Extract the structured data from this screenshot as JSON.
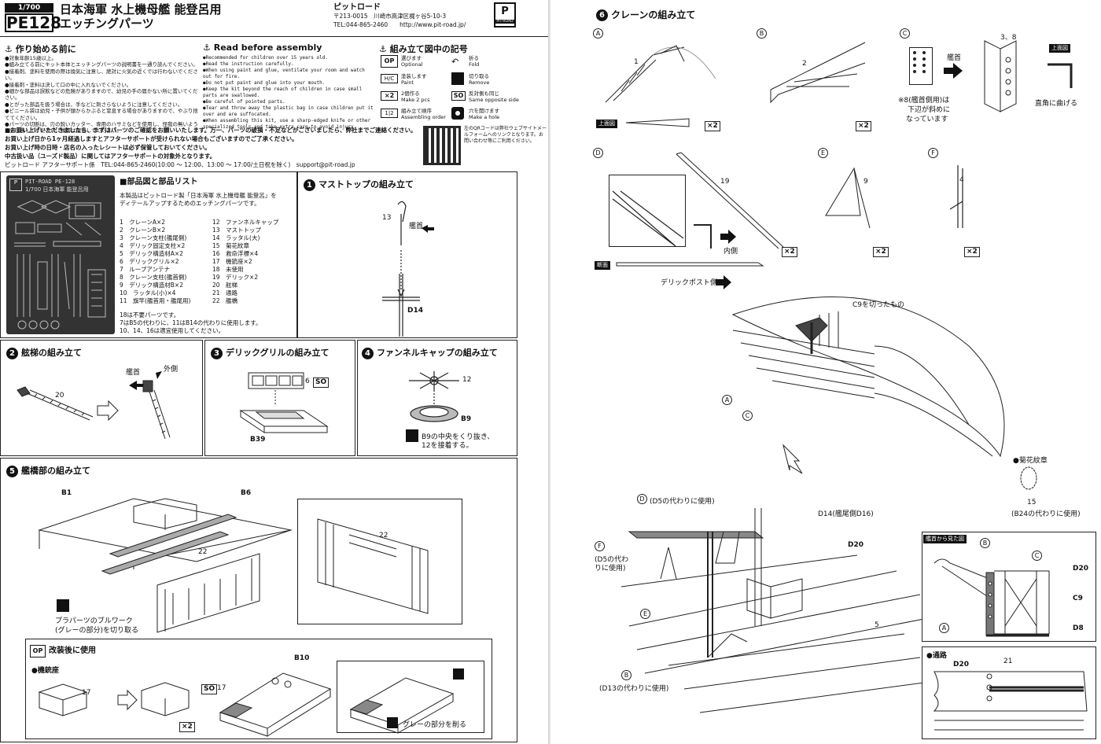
{
  "header": {
    "scale": "1/700 SCALE",
    "code": "PE128",
    "title_line1": "日本海軍 水上機母艦 能登呂用",
    "title_line2": "エッチングパーツ",
    "maker_name": "ピットロード",
    "address": "〒213-0015　川崎市高津区梶ヶ谷5-10-3",
    "tel_web": "TEL:044-865-2460　　http://www.pit-road.jp/",
    "logo_text": "PIT-ROAD"
  },
  "before": {
    "title": "作り始める前に",
    "items": [
      "●対象年齢15歳以上。",
      "●組み立てる前にキット本体とエッチングパーツの説明書を一通り読んでください。",
      "●接着剤、塗料を使用の際は換気に注意し、絶対に火気の近くでは行わないでください。",
      "●接着剤・塗料は決して口の中に入れないでください。",
      "●細かな部品は誤飲などの危険がありますので、幼児の手の届かない所に置いてください。",
      "●とがった部品を扱う場合は、手などに刺さらないように注意してください。",
      "●ビニール袋は幼児・子供が頭からかぶると窒息する場合がありますので、やぶり捨ててください。",
      "●パーツの切断は、刃の鋭いカッター、専用のハサミなどを使用し、怪我の無いよう十分注意してください。後書は保管してください。"
    ]
  },
  "read": {
    "title": "Read before assembly",
    "items": [
      "●Recommended for children over 15 years old.",
      "●Read the instruction carefully.",
      "●When using paint and glue, ventilate your room and watch out for fire.",
      "●Do not put paint and glue into your mouth.",
      "●Keep the kit beyond the reach of children in case small parts are swallowed.",
      "●Be careful of pointed parts.",
      "●Tear and throw away the plastic bag in case children put it over and are suffocated.",
      "●When assembling this kit, use a sharp-edged knife or other specialized tools and take extra care to avoid injury."
    ]
  },
  "symbols": {
    "title": "組み立て図中の記号",
    "op_tag": "OP",
    "op_ja": "選びます",
    "op_en": "Optional",
    "fold_ja": "折る",
    "fold_en": "Fold",
    "paint_ja": "塗装します",
    "paint_en": "Paint",
    "remove_ja": "切り取る",
    "remove_en": "Remove",
    "x2_tag": "×2",
    "x2_ja": "2個作る",
    "x2_en": "Make 2 pcs",
    "so_tag": "SO",
    "so_ja": "反対側も同じ",
    "so_en": "Same opposite side",
    "order_tag": "1|2",
    "order_ja": "組み立て順序",
    "order_en": "Assembling order",
    "hole_ja": "穴を開けます",
    "hole_en": "Make a hole",
    "qr_text": "左のQRコードは弊社ウェブサイトメールフォームへのリンクとなります。お問い合わせ等にご利用ください。"
  },
  "notice": {
    "lines": [
      "■お買い上げいただきましたら、まずはパーツのご確認をお願いいたします。万一、パーツの破損・不足などがございましたら、弊社までご連絡ください。",
      "お買い上げ日から1ヶ月経過しますとアフターサポートが受けられない場合もございますのでご了承ください。",
      "お買い上げ時の日時・店名の入ったレシートは必ず保管しておいてください。",
      "中古扱い品（ユーズド製品）に関してはアフターサポートの対象外となります。",
      "ピットロード アフターサポート係　TEL:044-865-2460(10:00 〜 12:00、13:00 〜 17:00/土日祝を除く)　support@pit-road.jp"
    ]
  },
  "fret": {
    "label_top": "PIT-ROAD PE-128",
    "label_sub": "1/700 日本海軍 能登呂用"
  },
  "parts": {
    "title": "■部品図と部品リスト",
    "intro": [
      "本製品はピットロード製「日本海軍 水上機母艦 能登呂」を",
      "ディテールアップするためのエッチングパーツです。"
    ],
    "left": [
      "1　クレーンA×2",
      "2　クレーンB×2",
      "3　クレーン支柱(艦尾側)",
      "4　デリック固定支柱×2",
      "5　デリック構造材A×2",
      "6　デリックグリル×2",
      "7　ループアンテナ",
      "8　クレーン支柱(艦首側)",
      "9　デリック構造材B×2",
      "10　ラッタル(小)×4",
      "11　旗竿(艦首用・艦尾用)"
    ],
    "right": [
      "12　ファンネルキャップ",
      "13　マストトップ",
      "14　ラッタル(大)",
      "15　菊花紋章",
      "16　救命浮標×4",
      "17　機銃座×2",
      "18　未使用",
      "19　デリック×2",
      "20　舷梯",
      "21　通路",
      "22　艦橋"
    ],
    "notes": [
      "18は不要パーツです。",
      "7はB5の代わりに、11はB14の代わりに使用します。",
      "10、14、16は適宜使用してください。"
    ]
  },
  "steps": {
    "s1": {
      "no": "1",
      "title": "マストトップの組み立て",
      "p13": "13",
      "bow": "艦首",
      "d14": "D14"
    },
    "s2": {
      "no": "2",
      "title": "舷梯の組み立て",
      "p20": "20",
      "bow": "艦首",
      "out": "外側"
    },
    "s3": {
      "no": "3",
      "title": "デリックグリルの組み立て",
      "p6": "6",
      "so": "SO",
      "b39": "B39"
    },
    "s4": {
      "no": "4",
      "title": "ファンネルキャップの組み立て",
      "p12": "12",
      "b9": "B9",
      "note1": "B9の中央をくり抜き、",
      "note2": "12を接着する。"
    },
    "s5": {
      "no": "5",
      "title": "艦橋部の組み立て",
      "b1": "B1",
      "b6": "B6",
      "p22a": "22",
      "p22b": "22",
      "note1": "プラパーツのブルワーク",
      "note2": "(グレーの部分)を切り取る",
      "opt_title": "改装後に使用",
      "mg": "●機銃座",
      "p17a": "17",
      "p17b": "17",
      "x2": "×2",
      "so": "SO",
      "b10": "B10",
      "cut": "グレーの部分を削る"
    },
    "s6": {
      "no": "6",
      "title": "クレーンの組み立て",
      "A": "A",
      "B": "B",
      "C": "C",
      "D": "D",
      "E": "E",
      "F": "F",
      "p1": "1",
      "p2": "2",
      "p38": "3、8",
      "p19": "19",
      "p9": "9",
      "p4": "4",
      "top_view": "上面図",
      "x2": "×2",
      "bow": "艦首",
      "c_note": [
        "※8(艦首側用)は",
        "下辺が斜めに",
        "なっています"
      ],
      "right_angle": "直角に曲げる",
      "inner": "内側",
      "section": "断面",
      "derrick_post": "デリックポスト側",
      "c9cut": "C9を切ったもの",
      "emblem": "●菊花紋章",
      "p15": "15",
      "b24": "(B24の代わりに使用)",
      "d5a": "(D5の代わりに使用)",
      "d14": "D14(艦尾側D16)",
      "d20": "D20",
      "d5b1": "(D5の代わ",
      "d5b2": "りに使用)",
      "p5": "5",
      "d13": "(D13の代わりに使用)",
      "bowview": "艦首から見た図",
      "bv_d20": "D20",
      "bv_c9": "C9",
      "bv_d8": "D8",
      "walk": "●通路",
      "w_d20": "D20",
      "p21": "21"
    }
  }
}
